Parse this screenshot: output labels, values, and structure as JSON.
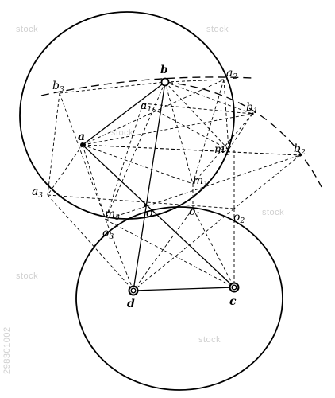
{
  "points": {
    "a": "a",
    "b": "b",
    "c": "c",
    "d": "d",
    "o": "o",
    "a1": "a",
    "a1_sub": "1",
    "a2": "a",
    "a2_sub": "2",
    "a3": "a",
    "a3_sub": "3",
    "b1": "b",
    "b1_sub": "1",
    "b2": "b",
    "b2_sub": "2",
    "b3": "b",
    "b3_sub": "3",
    "m1": "m",
    "m1_sub": "1",
    "m2": "m",
    "m2_sub": "2",
    "m3": "m",
    "m3_sub": "3",
    "o1": "o",
    "o1_sub": "1",
    "o2": "o",
    "o2_sub": "2",
    "o3": "o",
    "o3_sub": "3"
  },
  "watermark": {
    "text": "stock",
    "id": "298301002"
  },
  "colors": {
    "ink": "#000000",
    "paper": "#ffffff",
    "watermark": "#d0d0d0"
  }
}
